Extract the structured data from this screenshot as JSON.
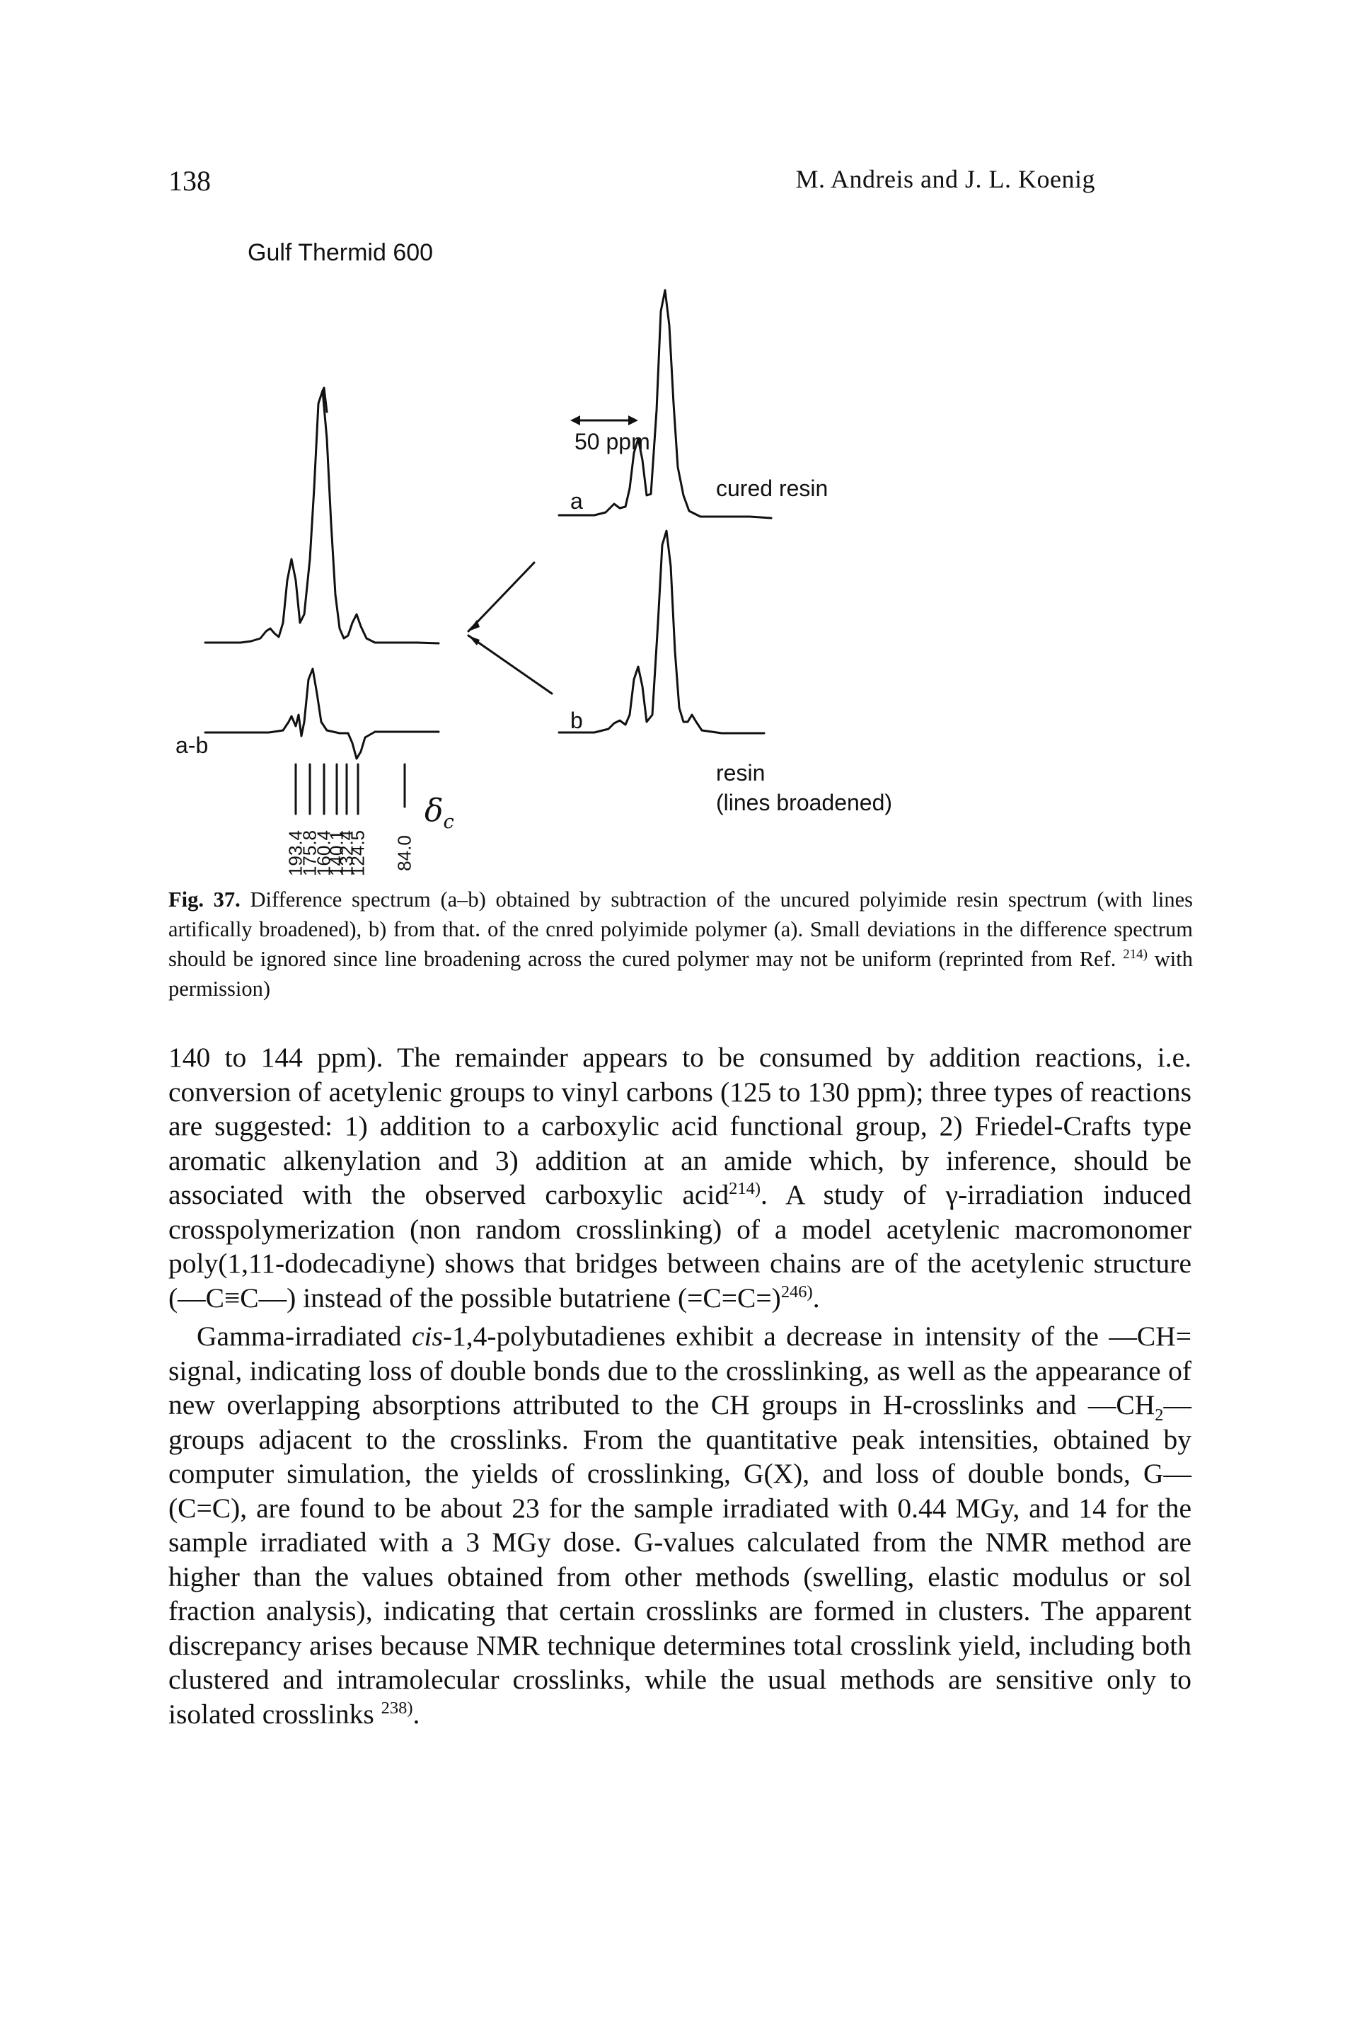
{
  "header": {
    "page_number": "138",
    "running_head": "M. Andreis and J. L. Koenig"
  },
  "figure": {
    "title": "Gulf Thermid 600",
    "scale_label": "50 ppm",
    "trace_a_label": "a",
    "trace_b_label": "b",
    "trace_diff_label": "a-b",
    "cured_label": "cured resin",
    "resin_label": "resin",
    "resin_note": "(lines broadened)",
    "shift_labels": [
      "193.4",
      "175.8",
      "160.4",
      "140.1",
      "132.4",
      "124.5",
      "84.0"
    ],
    "delta_symbol": "δ",
    "delta_sub": "c"
  },
  "caption": {
    "label": "Fig. 37.",
    "text_1": "Difference spectrum (a–b) obtained by subtraction of the uncured polyimide resin spectrum (with lines artifically broadened), b) from that",
    "text_2": "of the cnred polyimide polymer (a). Small deviations in the difference spectrum should be ignored since line broadening across the cured polymer may not be uniform (reprinted from Ref.",
    "ref": "214)",
    "text_3": "with permission)"
  },
  "body": {
    "p1_a": "140 to 144 ppm). The remainder appears to be consumed by addition reactions, i.e. conversion of acetylenic groups to vinyl carbons (125 to 130 ppm); three types of reactions are suggested: 1) addition to a carboxylic acid functional group, 2) Friedel-Crafts type aromatic alkenylation and 3) addition at an amide which, by inference, should be associated with the observed carboxylic acid",
    "p1_ref1": "214)",
    "p1_b": ". A study of γ-irradiation induced crosspolymerization (non random crosslinking) of a model acetylenic macromonomer poly(1,11-dodecadiyne) shows that bridges between chains are of the acetylenic structure (—C≡C—) instead of the possible butatriene (=C=C=)",
    "p1_ref2": "246)",
    "p1_c": ".",
    "p2_a": "Gamma-irradiated",
    "p2_cis": "cis",
    "p2_b": "-1,4-polybutadienes exhibit a decrease in intensity of the —CH= signal, indicating loss of double bonds due to the crosslinking, as well as the appearance of new overlapping absorptions attributed to the CH groups in H-crosslinks and —CH",
    "p2_sub": "2",
    "p2_c": "— groups adjacent to the crosslinks. From the quantitative peak intensities, obtained by computer simulation, the yields of crosslinking, G(X), and loss of double bonds, G—(C=C), are found to be about 23 for the sample irradiated with 0.44 MGy, and 14 for the sample irradiated with a 3 MGy dose. G-values calculated from the NMR method are higher than the values obtained from other methods (swelling, elastic modulus or sol fraction analysis), indicating that certain crosslinks are formed in clusters. The apparent discrepancy arises because NMR technique determines total crosslink yield, including both clustered and intramolecular crosslinks, while the usual methods are sensitive only to isolated crosslinks",
    "p2_ref": "238)",
    "p2_d": "."
  }
}
